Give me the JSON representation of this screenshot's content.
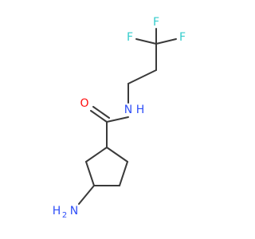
{
  "molecule": {
    "atoms": [
      {
        "id": "F1",
        "label": "F",
        "color": "#33cccc"
      },
      {
        "id": "F2",
        "label": "F",
        "color": "#33cccc"
      },
      {
        "id": "F3",
        "label": "F",
        "color": "#33cccc"
      },
      {
        "id": "O",
        "label": "O",
        "color": "#ff0d0d"
      },
      {
        "id": "NH",
        "label": "N",
        "sublabel": "H",
        "color": "#3050f8"
      },
      {
        "id": "NH2",
        "label": "H",
        "sub": "2",
        "tail": "N",
        "color": "#3050f8"
      }
    ],
    "bond_color": "#3a3a3a"
  }
}
